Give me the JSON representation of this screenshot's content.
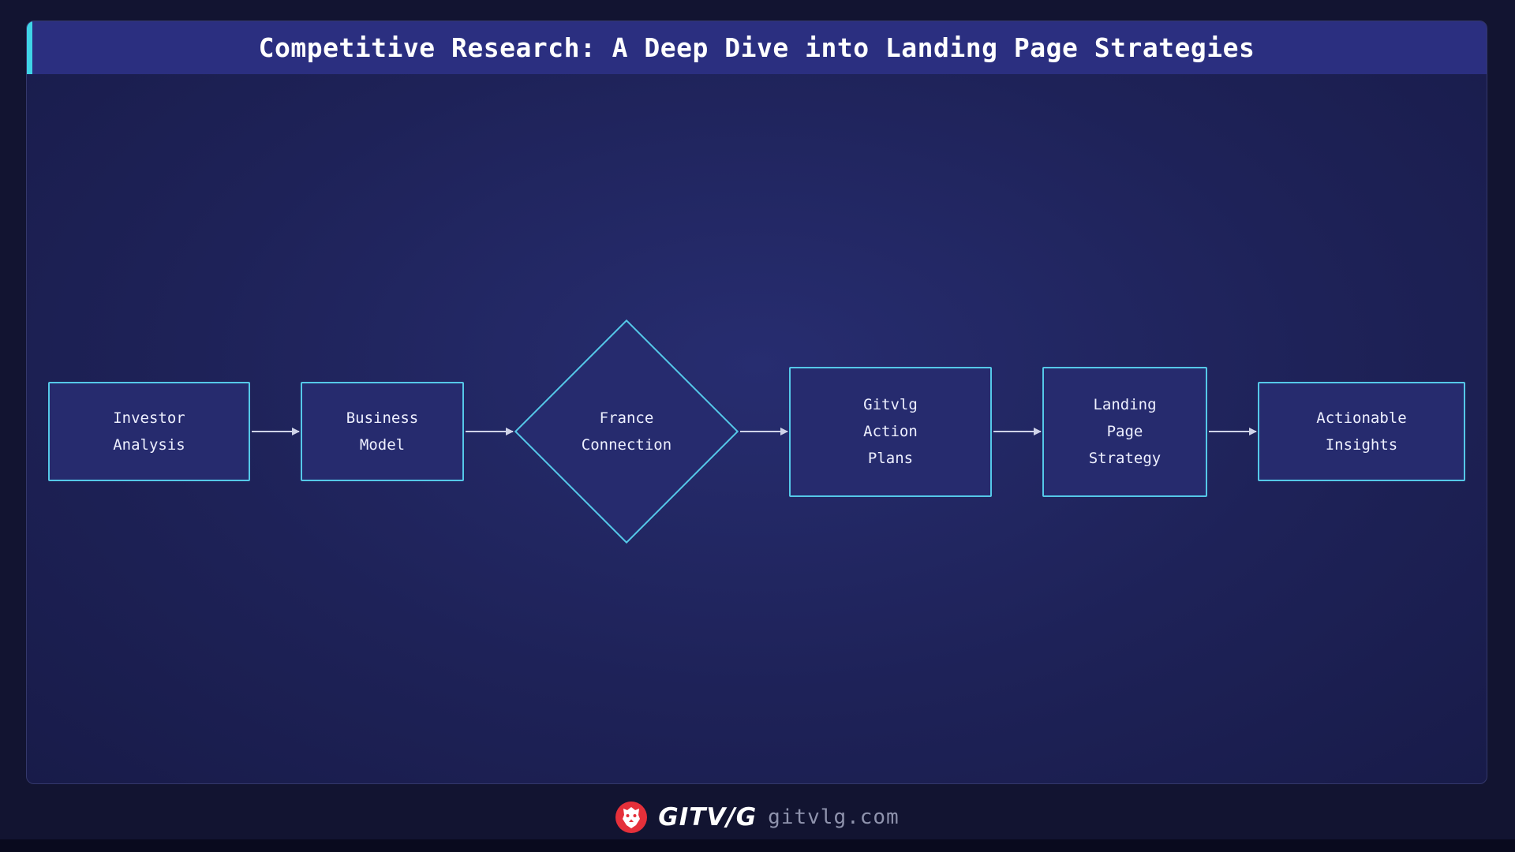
{
  "header": {
    "title": "Competitive Research: A Deep Dive into Landing Page Strategies"
  },
  "flowchart": {
    "nodes": [
      {
        "id": "investor-analysis",
        "shape": "rect",
        "lines": [
          "Investor",
          "Analysis"
        ]
      },
      {
        "id": "business-model",
        "shape": "rect",
        "lines": [
          "Business",
          "Model"
        ]
      },
      {
        "id": "france-connection",
        "shape": "diamond",
        "lines": [
          "France",
          "Connection"
        ]
      },
      {
        "id": "gitvlg-action-plans",
        "shape": "rect",
        "lines": [
          "Gitvlg",
          "Action",
          "Plans"
        ]
      },
      {
        "id": "landing-page-strategy",
        "shape": "rect",
        "lines": [
          "Landing",
          "Page",
          "Strategy"
        ]
      },
      {
        "id": "actionable-insights",
        "shape": "rect",
        "lines": [
          "Actionable",
          "Insights"
        ]
      }
    ]
  },
  "footer": {
    "brand": "GITV/G",
    "domain": "gitvlg.com"
  },
  "colors": {
    "accent_cyan": "#3fd4e6",
    "node_border": "#55c8e8",
    "node_fill": "#262b6e",
    "header_bg": "#2b2f80",
    "arrow": "#cfd3e8",
    "logo_red": "#e5303a"
  }
}
